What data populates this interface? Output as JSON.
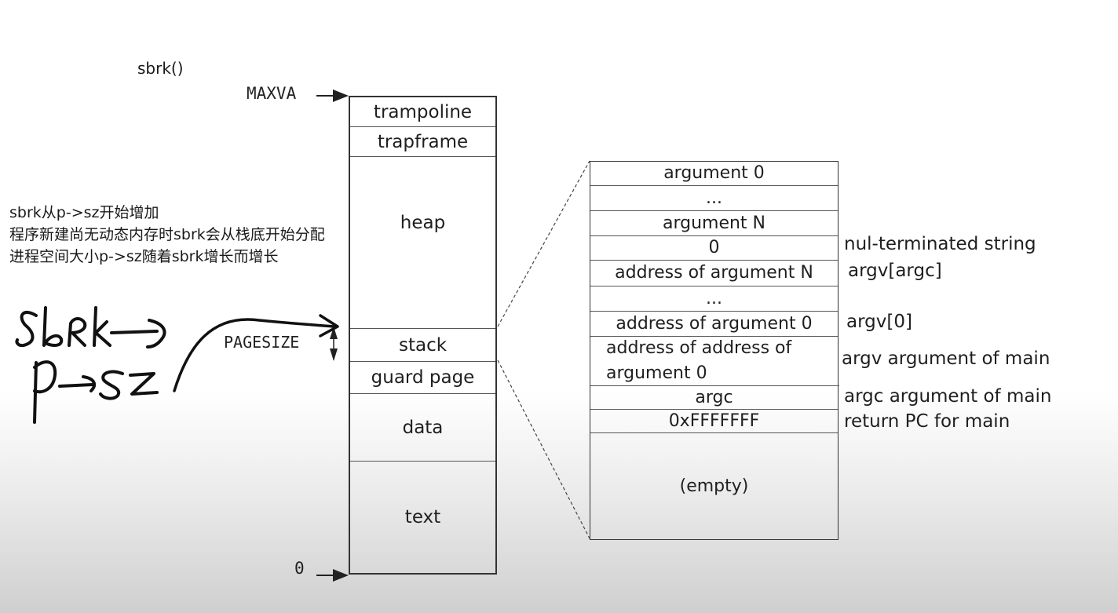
{
  "header": {
    "title": "sbrk()"
  },
  "notes": [
    "sbrk从p->sz开始增加",
    "程序新建尚无动态内存时sbrk会从栈底开始分配",
    "进程空间大小p->sz随着sbrk增长而增长"
  ],
  "handwriting": {
    "line1": "sbrk",
    "line2": "p->sz"
  },
  "labels": {
    "maxva": "MAXVA",
    "zero": "0",
    "pagesize": "PAGESIZE"
  },
  "memory_segments": [
    {
      "label": "trampoline"
    },
    {
      "label": "trapframe"
    },
    {
      "label": "heap"
    },
    {
      "label": "stack"
    },
    {
      "label": "guard page"
    },
    {
      "label": "data"
    },
    {
      "label": "text"
    }
  ],
  "stack_rows": [
    {
      "label": "argument 0",
      "annotation": ""
    },
    {
      "label": "...",
      "annotation": ""
    },
    {
      "label": "argument N",
      "annotation": ""
    },
    {
      "label": "0",
      "annotation": "nul-terminated string"
    },
    {
      "label": "address of argument N",
      "annotation": "argv[argc]"
    },
    {
      "label": "...",
      "annotation": ""
    },
    {
      "label": "address of argument 0",
      "annotation": "argv[0]"
    },
    {
      "label": "address of address of argument 0",
      "annotation": "argv argument of main"
    },
    {
      "label": "argc",
      "annotation": "argc argument of main"
    },
    {
      "label": "0xFFFFFFF",
      "annotation": "return PC for main"
    },
    {
      "label": "(empty)",
      "annotation": ""
    }
  ],
  "colors": {
    "ink": "#111111",
    "line": "#333333"
  }
}
